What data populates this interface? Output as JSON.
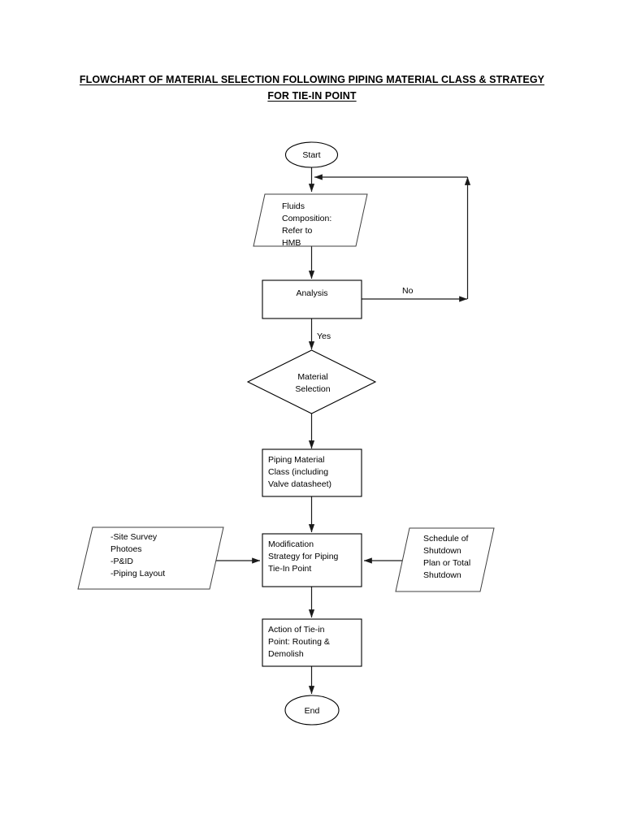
{
  "document": {
    "title_line1": "FLOWCHART OF MATERIAL SELECTION FOLLOWING PIPING MATERIAL CLASS & STRATEGY",
    "title_line2": "FOR TIE-IN POINT"
  },
  "diagram": {
    "type": "flowchart",
    "orientation": "top-to-bottom",
    "nodes": [
      {
        "id": "start",
        "shape": "ellipse",
        "lines": [
          "Start"
        ]
      },
      {
        "id": "fluids",
        "shape": "parallelogram",
        "lines": [
          "Fluids",
          "Composition:",
          "Refer to",
          "HMB"
        ]
      },
      {
        "id": "analysis",
        "shape": "rectangle",
        "lines": [
          "Analysis"
        ]
      },
      {
        "id": "material-selection",
        "shape": "diamond",
        "lines": [
          "Material",
          "Selection"
        ]
      },
      {
        "id": "piping-material-class",
        "shape": "rectangle",
        "lines": [
          "Piping Material",
          "Class (including",
          "Valve datasheet)"
        ]
      },
      {
        "id": "site-survey",
        "shape": "parallelogram",
        "lines": [
          "-Site Survey",
          "Photoes",
          "-P&ID",
          "-Piping Layout"
        ]
      },
      {
        "id": "modification-strategy",
        "shape": "rectangle",
        "lines": [
          "Modification",
          "Strategy for Piping",
          "Tie-In Point"
        ]
      },
      {
        "id": "shutdown-schedule",
        "shape": "parallelogram",
        "lines": [
          "Schedule of",
          "Shutdown",
          "Plan or Total",
          "Shutdown"
        ]
      },
      {
        "id": "action-tie-in",
        "shape": "rectangle",
        "lines": [
          "Action of Tie-in",
          "Point: Routing &",
          "Demolish"
        ]
      },
      {
        "id": "end",
        "shape": "ellipse",
        "lines": [
          "End"
        ]
      }
    ],
    "edge_labels": {
      "yes": "Yes",
      "no": "No"
    },
    "colors": {
      "stroke": "#000000",
      "connector": "#1a1a1a",
      "fill": "#ffffff",
      "text": "#000000"
    }
  }
}
